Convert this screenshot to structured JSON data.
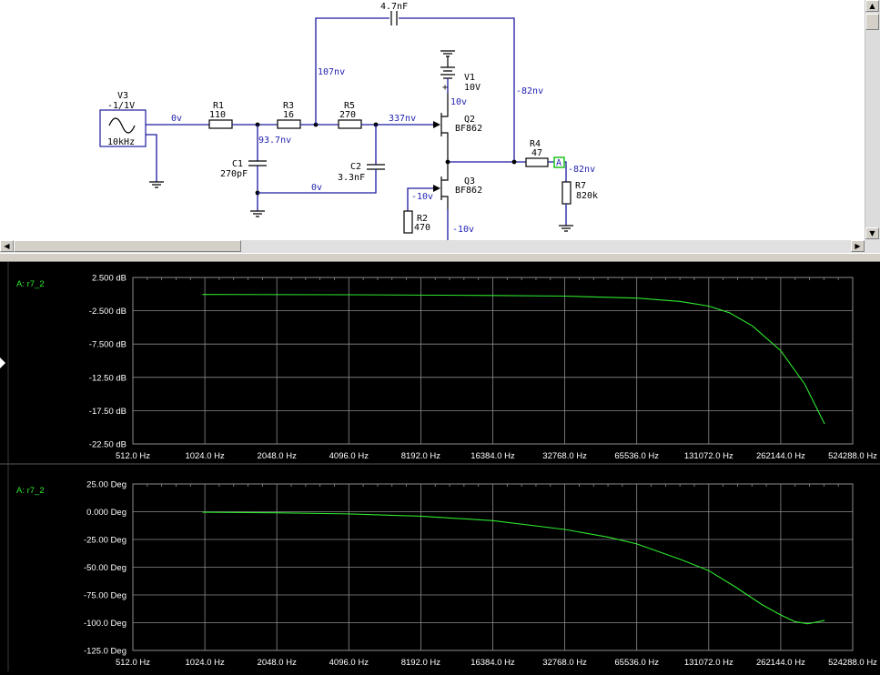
{
  "schematic": {
    "source": {
      "name": "V3",
      "value": "-1/1V",
      "freq": "10kHz"
    },
    "components": {
      "R1": {
        "name": "R1",
        "value": "110"
      },
      "R3": {
        "name": "R3",
        "value": "16"
      },
      "R5": {
        "name": "R5",
        "value": "270"
      },
      "C1": {
        "name": "C1",
        "value": "270pF"
      },
      "C2": {
        "name": "C2",
        "value": "3.3nF"
      },
      "Cfb": {
        "value": "4.7nF"
      },
      "V1": {
        "name": "V1",
        "value": "10V"
      },
      "Q2": {
        "name": "Q2",
        "value": "BF862"
      },
      "Q3": {
        "name": "Q3",
        "value": "BF862"
      },
      "R2": {
        "name": "R2",
        "value": "470"
      },
      "R4": {
        "name": "R4",
        "value": "47"
      },
      "R7": {
        "name": "R7",
        "value": "820k"
      },
      "probe": "A"
    },
    "node_voltages": {
      "in": "0v",
      "n_r1": "93.7nv",
      "n_r3": "107nv",
      "n_gate": "337nv",
      "n_c": "0v",
      "n_fb": "-82nv",
      "n_v1": "10v",
      "n_out": "-82nv",
      "n_q3g": "-10v",
      "n_bot": "-10v"
    }
  },
  "colors": {
    "trace": "#2ee82e",
    "grid": "#8c8c8c",
    "node_label": "#1f1fb0",
    "plot_bg": "#000000",
    "probe_box": "#19c219"
  },
  "chart_data": [
    {
      "type": "line",
      "trace_label": "A: r7_2",
      "x_scale": "log2",
      "xlim": [
        512,
        524288
      ],
      "x_ticks": [
        "512.0 Hz",
        "1024.0 Hz",
        "2048.0 Hz",
        "4096.0 Hz",
        "8192.0 Hz",
        "16384.0 Hz",
        "32768.0 Hz",
        "65536.0 Hz",
        "131072.0 Hz",
        "262144.0 Hz",
        "524288.0 Hz"
      ],
      "ylim": [
        -22.5,
        2.5
      ],
      "y_ticks": [
        "2.500 dB",
        "-2.500 dB",
        "-7.500 dB",
        "-12.50 dB",
        "-17.50 dB",
        "-22.50 dB"
      ],
      "series": [
        {
          "x": [
            1000,
            4096,
            16384,
            32768,
            65536,
            100000,
            131072,
            160000,
            200000,
            262144,
            330000,
            400000
          ],
          "y": [
            -0.05,
            -0.1,
            -0.2,
            -0.3,
            -0.6,
            -1.1,
            -1.8,
            -2.8,
            -4.8,
            -8.5,
            -13.5,
            -19.5
          ]
        }
      ]
    },
    {
      "type": "line",
      "trace_label": "A: r7_2",
      "x_scale": "log2",
      "xlim": [
        512,
        524288
      ],
      "x_ticks": [
        "512.0 Hz",
        "1024.0 Hz",
        "2048.0 Hz",
        "4096.0 Hz",
        "8192.0 Hz",
        "16384.0 Hz",
        "32768.0 Hz",
        "65536.0 Hz",
        "131072.0 Hz",
        "262144.0 Hz",
        "524288.0 Hz"
      ],
      "ylim": [
        -125,
        25
      ],
      "y_ticks": [
        "25.00 Deg",
        "0.000 Deg",
        "-25.00 Deg",
        "-50.00 Deg",
        "-75.00 Deg",
        "-100.0 Deg",
        "-125.0 Deg"
      ],
      "series": [
        {
          "x": [
            1000,
            2048,
            4096,
            8192,
            16384,
            32768,
            50000,
            65536,
            100000,
            131072,
            170000,
            220000,
            262144,
            300000,
            340000,
            400000
          ],
          "y": [
            -0.5,
            -1,
            -2,
            -4,
            -8,
            -16,
            -23,
            -29,
            -43,
            -53,
            -68,
            -84,
            -93,
            -99,
            -101,
            -98
          ]
        }
      ]
    }
  ]
}
